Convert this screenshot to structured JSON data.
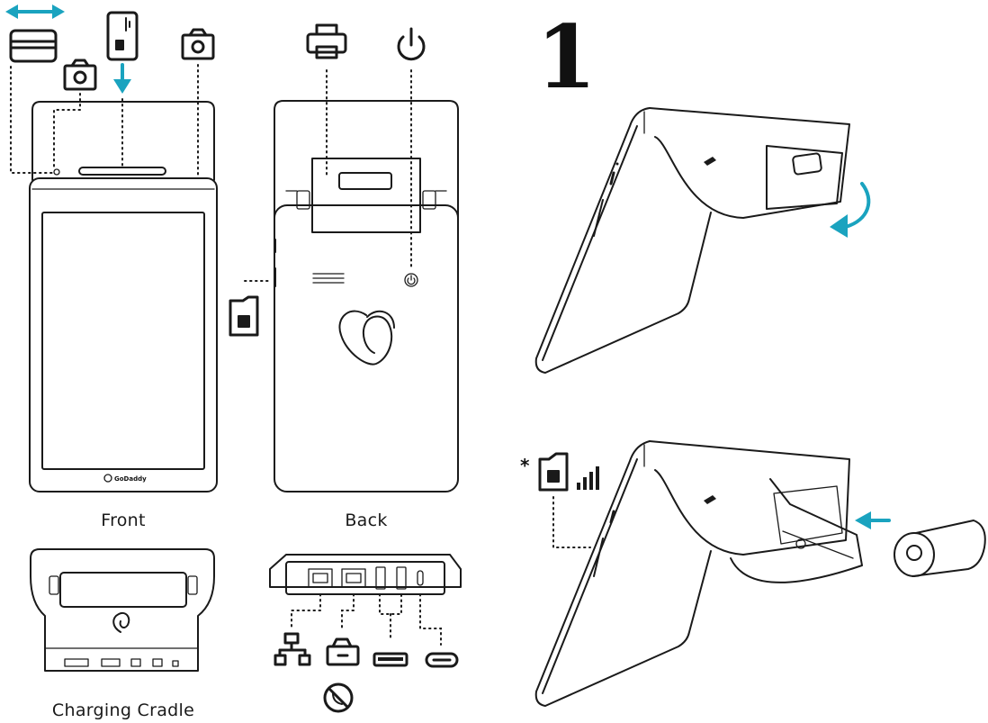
{
  "step_number": "1",
  "labels": {
    "front": "Front",
    "back": "Back",
    "cradle": "Charging Cradle"
  },
  "brand_mark": "GoDaddy",
  "footnote_marker": "*",
  "colors": {
    "accent": "#1aa3bf",
    "line": "#1a1a1a",
    "background": "#ffffff"
  },
  "icons": [
    "swipe-arrow-icon",
    "card-swipe-icon",
    "chip-card-icon",
    "insert-arrow-icon",
    "camera-icon",
    "printer-icon",
    "power-icon",
    "sim-card-icon",
    "ethernet-icon",
    "cash-drawer-icon",
    "usb-a-icon",
    "usb-c-icon",
    "no-phone-icon",
    "rotate-arrow-icon",
    "paper-roll-icon",
    "signal-bars-icon"
  ]
}
